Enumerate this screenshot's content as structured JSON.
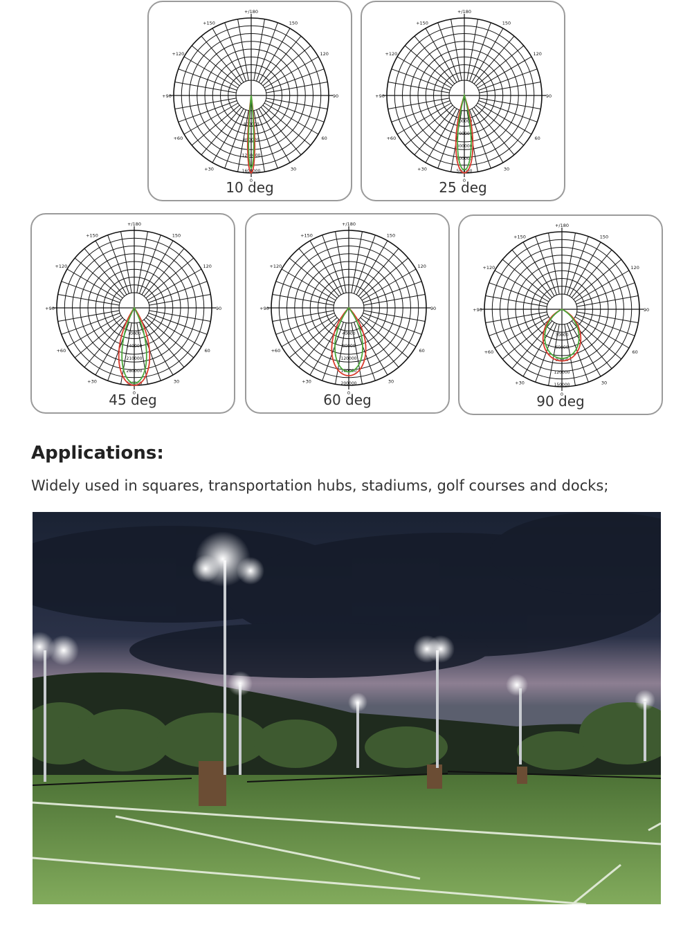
{
  "chart_data": [
    {
      "type": "polar",
      "label": "10 deg",
      "angle_labels": [
        "+/180",
        "150",
        "120",
        "90",
        "60",
        "30",
        "0",
        "+30",
        "+60",
        "+90",
        "+120",
        "+150"
      ],
      "radial_labels": [
        "400000",
        "800000",
        "1200000",
        "1600000"
      ],
      "series": [
        {
          "color": "#d93a2b",
          "beam_half_angle_deg": 5,
          "peak": 1600000
        },
        {
          "color": "#4aa83a",
          "beam_half_angle_deg": 4,
          "peak": 1500000
        }
      ]
    },
    {
      "type": "polar",
      "label": "25 deg",
      "angle_labels": [
        "+/180",
        "150",
        "120",
        "90",
        "60",
        "30",
        "0",
        "+30",
        "+60",
        "+90",
        "+120",
        "+150"
      ],
      "radial_labels": [
        "100000",
        "200000",
        "300000",
        "400000",
        "500000"
      ],
      "series": [
        {
          "color": "#d93a2b",
          "beam_half_angle_deg": 12,
          "peak": 500000
        },
        {
          "color": "#4aa83a",
          "beam_half_angle_deg": 10,
          "peak": 480000
        }
      ]
    },
    {
      "type": "polar",
      "label": "45 deg",
      "angle_labels": [
        "+/180",
        "150",
        "120",
        "90",
        "60",
        "30",
        "0",
        "+30",
        "+60",
        "+90",
        "+120",
        "+150"
      ],
      "radial_labels": [
        "70000",
        "140000",
        "210000",
        "280000",
        "350000"
      ],
      "series": [
        {
          "color": "#d93a2b",
          "beam_half_angle_deg": 22,
          "peak": 350000
        },
        {
          "color": "#4aa83a",
          "beam_half_angle_deg": 18,
          "peak": 340000
        }
      ]
    },
    {
      "type": "polar",
      "label": "60 deg",
      "angle_labels": [
        "+/180",
        "150",
        "120",
        "90",
        "60",
        "30",
        "0",
        "+30",
        "+60",
        "+90",
        "+120",
        "+150"
      ],
      "radial_labels": [
        "40000",
        "80000",
        "120000",
        "160000",
        "200000"
      ],
      "series": [
        {
          "color": "#d93a2b",
          "beam_half_angle_deg": 28,
          "peak": 175000
        },
        {
          "color": "#4aa83a",
          "beam_half_angle_deg": 24,
          "peak": 165000
        }
      ]
    },
    {
      "type": "polar",
      "label": "90 deg",
      "angle_labels": [
        "+/180",
        "150",
        "120",
        "90",
        "60",
        "30",
        "0",
        "+30",
        "+60",
        "+90",
        "+120",
        "+150"
      ],
      "radial_labels": [
        "30000",
        "60000",
        "90000",
        "120000",
        "150000"
      ],
      "series": [
        {
          "color": "#d93a2b",
          "beam_half_angle_deg": 42,
          "peak": 100000
        },
        {
          "color": "#4aa83a",
          "beam_half_angle_deg": 40,
          "peak": 95000
        }
      ]
    }
  ],
  "applications": {
    "title": "Applications:",
    "description": "Widely used in squares, transportation hubs, stadiums, golf courses and docks;"
  },
  "photo": {
    "colors": {
      "sky_top": "#1c2436",
      "sky_bottom": "#8a7e8c",
      "grass": "#6f9a4e",
      "hills": "#1a2a1a"
    }
  }
}
